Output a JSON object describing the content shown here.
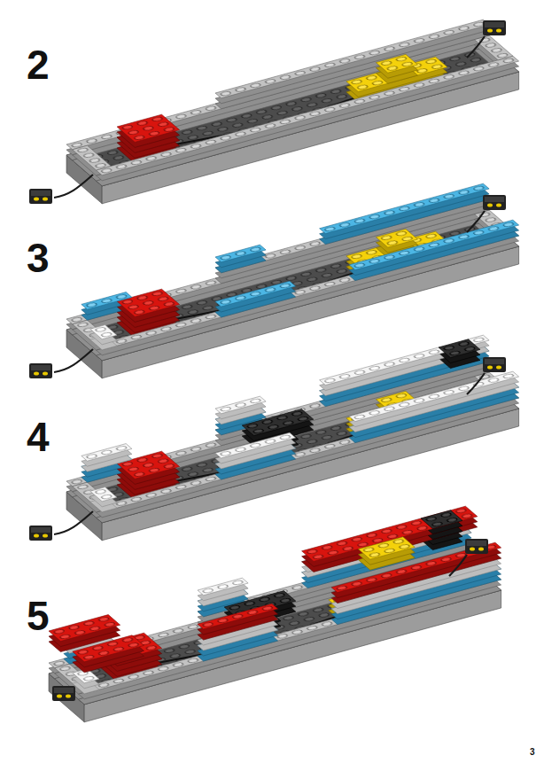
{
  "diagram": {
    "labels": [
      "2",
      "3",
      "4",
      "5",
      "3"
    ]
  }
}
